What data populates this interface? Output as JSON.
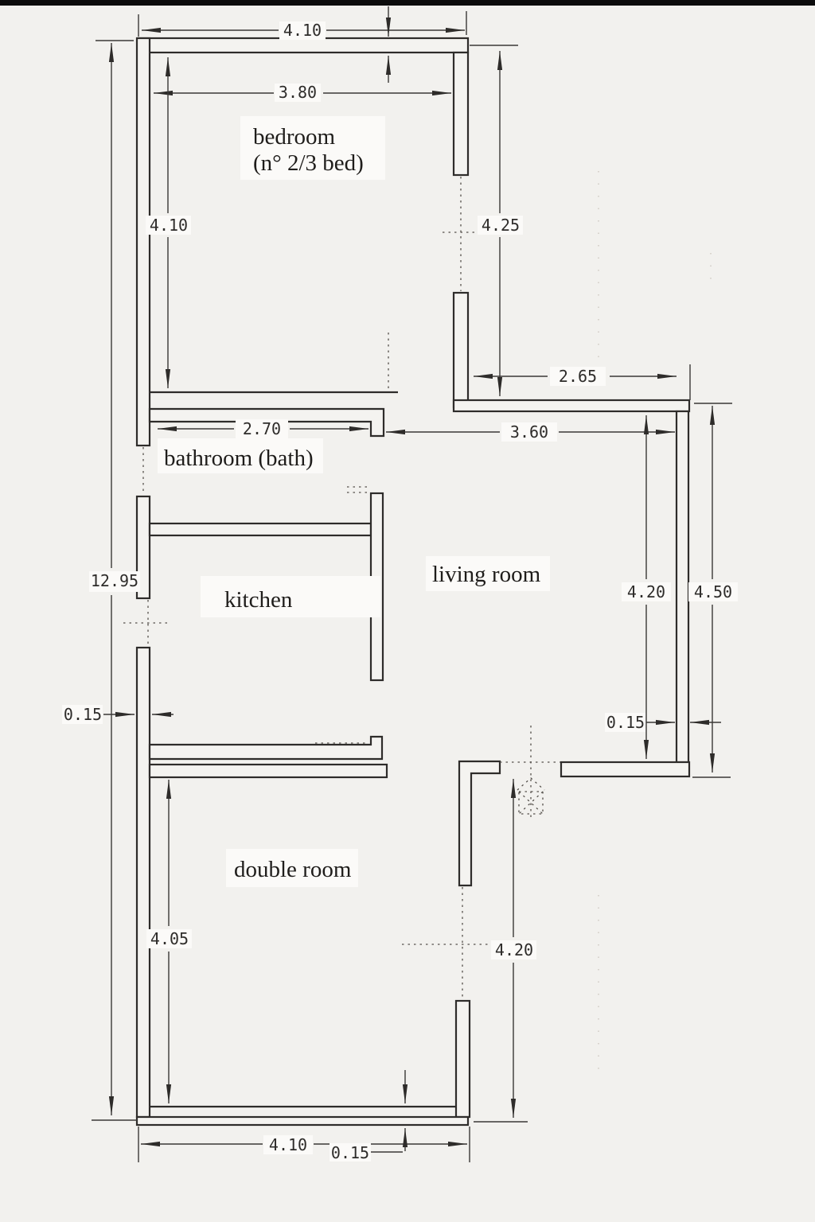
{
  "page": {
    "type": "scanned apartment floor plan",
    "background_color": "#f2f1ee",
    "ink_color": "#2e2c2a",
    "scan_edge_color": "#0c0c0c",
    "units": "meters"
  },
  "rooms": {
    "bedroom": {
      "label": "bedroom",
      "sublabel": "(n° 2/3 bed)"
    },
    "bathroom": {
      "label": "bathroom (bath)"
    },
    "kitchen": {
      "label": "kitchen"
    },
    "living_room": {
      "label": "living room"
    },
    "double_room": {
      "label": "double room"
    }
  },
  "dimensions": {
    "top_width": "4.10",
    "bedroom_width": "3.80",
    "bedroom_depth": "4.10",
    "bedroom_right_depth": "4.25",
    "living_top_width": "2.65",
    "bathroom_width": "2.70",
    "living_width": "3.60",
    "overall_depth": "12.95",
    "left_wall_thickness": "0.15",
    "living_depth": "4.20",
    "living_outer_depth": "4.50",
    "right_wall_thickness": "0.15",
    "double_room_depth": "4.05",
    "double_room_right_depth": "4.20",
    "bottom_width": "4.10",
    "bottom_wall_thickness": "0.15"
  }
}
